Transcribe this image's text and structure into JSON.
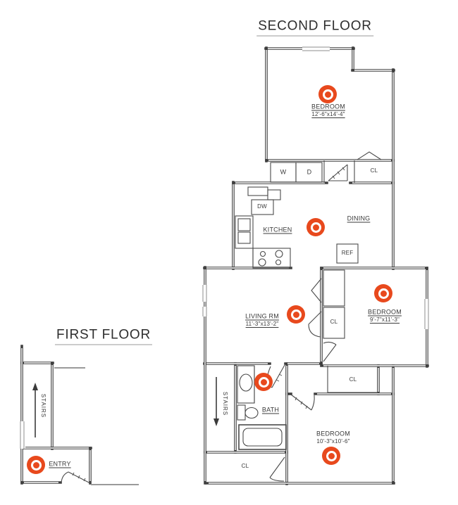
{
  "second_floor": {
    "title": "SECOND FLOOR",
    "rooms": {
      "bedroom_top": {
        "name": "BEDROOM",
        "dims": "12'-6\"x14'-4\""
      },
      "dining": {
        "name": "DINING"
      },
      "kitchen": {
        "name": "KITCHEN"
      },
      "living_room": {
        "name": "LIVING RM",
        "dims": "11'-3\"x13'-2\""
      },
      "bedroom_right": {
        "name": "BEDROOM",
        "dims": "9'-7\"x11'-3\""
      },
      "bedroom_bottom": {
        "name": "BEDROOM",
        "dims": "10'-3\"x10'-6\""
      },
      "bath": {
        "name": "BATH"
      },
      "stairs": {
        "name": "STAIRS"
      }
    },
    "fixtures": {
      "washer": "W",
      "dryer": "D",
      "dishwasher": "DW",
      "refrigerator": "REF",
      "closet_hall": "CL",
      "closet_living": "CL",
      "closet_bedroom": "CL",
      "closet_bottom": "CL"
    }
  },
  "first_floor": {
    "title": "FIRST FLOOR",
    "rooms": {
      "entry": {
        "name": "ENTRY"
      },
      "stairs": {
        "name": "STAIRS"
      }
    }
  },
  "markers": {
    "color": "#E8491D",
    "count": 7,
    "locations": [
      "bedroom-top",
      "kitchen-dining",
      "living-room",
      "bedroom-right",
      "bath",
      "bedroom-bottom",
      "entry"
    ]
  }
}
